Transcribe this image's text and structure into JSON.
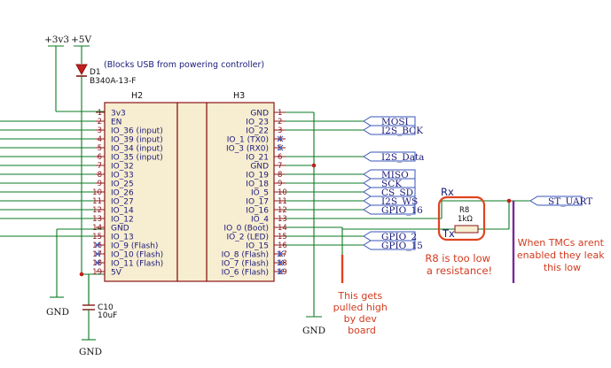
{
  "power": {
    "v33": "+3v3",
    "v5": "+5V",
    "gnd": "GND"
  },
  "diode": {
    "ref": "D1",
    "part": "B340A-13-F",
    "note": "(Blocks USB from powering controller)"
  },
  "h2": {
    "ref": "H2",
    "pins": [
      {
        "num": "1",
        "name": "3v3"
      },
      {
        "num": "2",
        "name": "EN"
      },
      {
        "num": "3",
        "name": "IO_36 (input)"
      },
      {
        "num": "4",
        "name": "IO_39 (input)"
      },
      {
        "num": "5",
        "name": "IO_34 (input)"
      },
      {
        "num": "6",
        "name": "IO_35 (input)"
      },
      {
        "num": "7",
        "name": "IO_32"
      },
      {
        "num": "8",
        "name": "IO_33"
      },
      {
        "num": "9",
        "name": "IO_25"
      },
      {
        "num": "10",
        "name": "IO_26"
      },
      {
        "num": "11",
        "name": "IO_27"
      },
      {
        "num": "12",
        "name": "IO_14"
      },
      {
        "num": "13",
        "name": "IO_12"
      },
      {
        "num": "14",
        "name": "GND"
      },
      {
        "num": "15",
        "name": "IO_13"
      },
      {
        "num": "16",
        "name": "IO_9 (Flash)"
      },
      {
        "num": "17",
        "name": "IO_10 (Flash)"
      },
      {
        "num": "18",
        "name": "IO_11 (Flash)"
      },
      {
        "num": "19",
        "name": "5V"
      }
    ]
  },
  "h3": {
    "ref": "H3",
    "pins": [
      {
        "num": "1",
        "name": "GND"
      },
      {
        "num": "2",
        "name": "IO_23"
      },
      {
        "num": "3",
        "name": "IO_22"
      },
      {
        "num": "4",
        "name": "IO_1 (TX0)"
      },
      {
        "num": "5",
        "name": "IO_3 (RX0)"
      },
      {
        "num": "6",
        "name": "IO_21"
      },
      {
        "num": "7",
        "name": "GND"
      },
      {
        "num": "8",
        "name": "IO_19"
      },
      {
        "num": "9",
        "name": "IO_18"
      },
      {
        "num": "10",
        "name": "IO_5"
      },
      {
        "num": "11",
        "name": "IO_17"
      },
      {
        "num": "12",
        "name": "IO_16"
      },
      {
        "num": "13",
        "name": "IO_4"
      },
      {
        "num": "14",
        "name": "IO_0 (Boot)"
      },
      {
        "num": "15",
        "name": "IO_2 (LED)"
      },
      {
        "num": "16",
        "name": "IO_15"
      },
      {
        "num": "17",
        "name": "IO_8 (Flash)"
      },
      {
        "num": "18",
        "name": "IO_7 (Flash)"
      },
      {
        "num": "19",
        "name": "IO_6 (Flash)"
      }
    ]
  },
  "net_labels": {
    "mosi": "MOSI",
    "i2s_bck": "I2S_BCK",
    "i2s_data": "I2S_Data",
    "miso": "MISO",
    "sck": "SCK",
    "cs_sd": "CS_SD",
    "i2s_ws": "I2S_WS",
    "gpio_16": "GPIO_16",
    "gpio_2": "GPIO_2",
    "gpio_15": "GPIO_15",
    "st_uart": "ST_UART"
  },
  "capacitor": {
    "ref": "C10",
    "value": "10uF"
  },
  "resistor": {
    "ref": "R8",
    "value": "1kΩ"
  },
  "annotations": {
    "rx": "Rx",
    "tx": "Tx",
    "r8_note": [
      "R8 is too low",
      "a resistance!"
    ],
    "pulled_high": [
      "This gets",
      "pulled high",
      "by dev",
      "board"
    ],
    "tmc_note": [
      "When TMCs arent",
      "enabled they leak",
      "this low"
    ]
  }
}
